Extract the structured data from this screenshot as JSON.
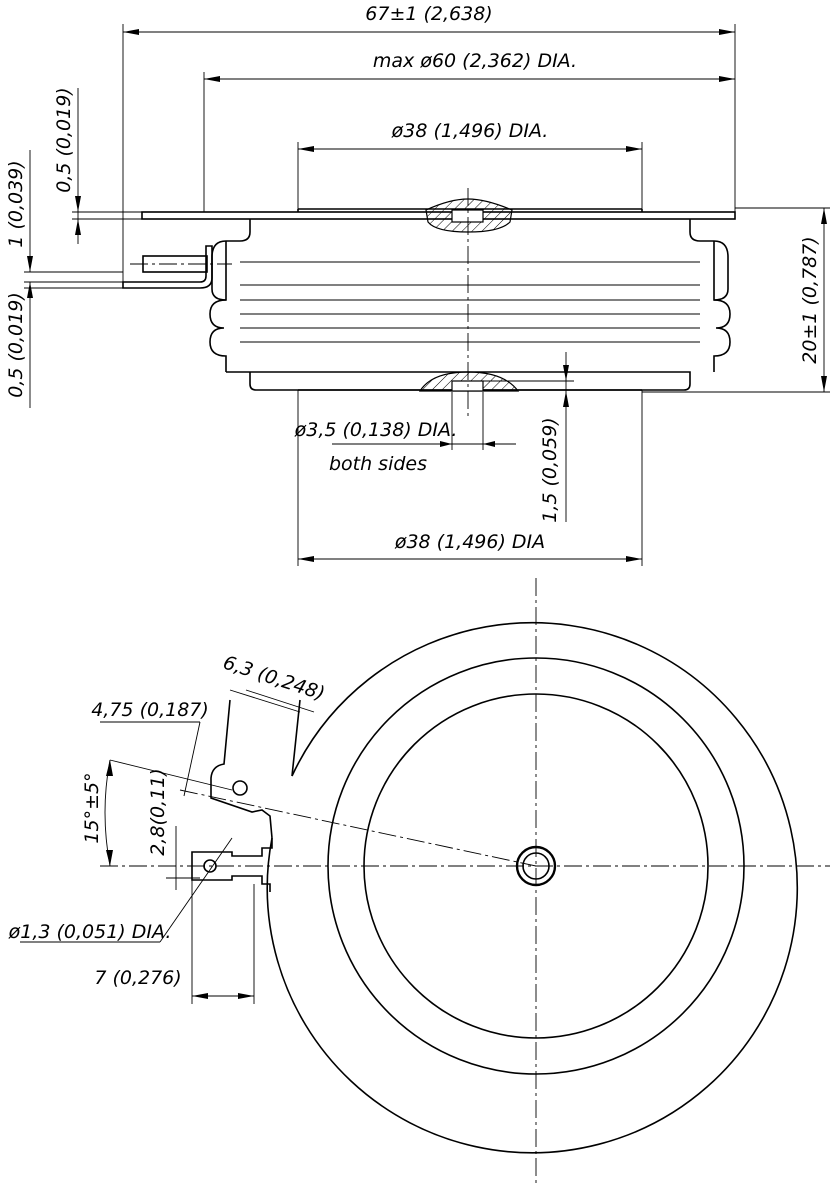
{
  "labels": {
    "overall_width": "67±1 (2,638)",
    "max_dia": "max ø60 (2,362) DIA.",
    "top_dia": "ø38 (1,496) DIA.",
    "bottom_dia": "ø38 (1,496) DIA",
    "height": "20±1 (0,787)",
    "flange_top": "0,5 (0,019)",
    "lead_thickness": "1 (0,039)",
    "flange_bottom": "0,5 (0,019)",
    "hole_dia": "ø3,5 (0,138) DIA.",
    "both_sides": "both sides",
    "hole_depth": "1,5 (0,059)",
    "tab_width": "6,3 (0,248)",
    "tab_offset": "4,75 (0,187)",
    "angle": "15°±5°",
    "hole_spacing": "2,8(0,11)",
    "small_hole": "ø1,3 (0,051) DIA.",
    "lead_length": "7 (0,276)"
  }
}
